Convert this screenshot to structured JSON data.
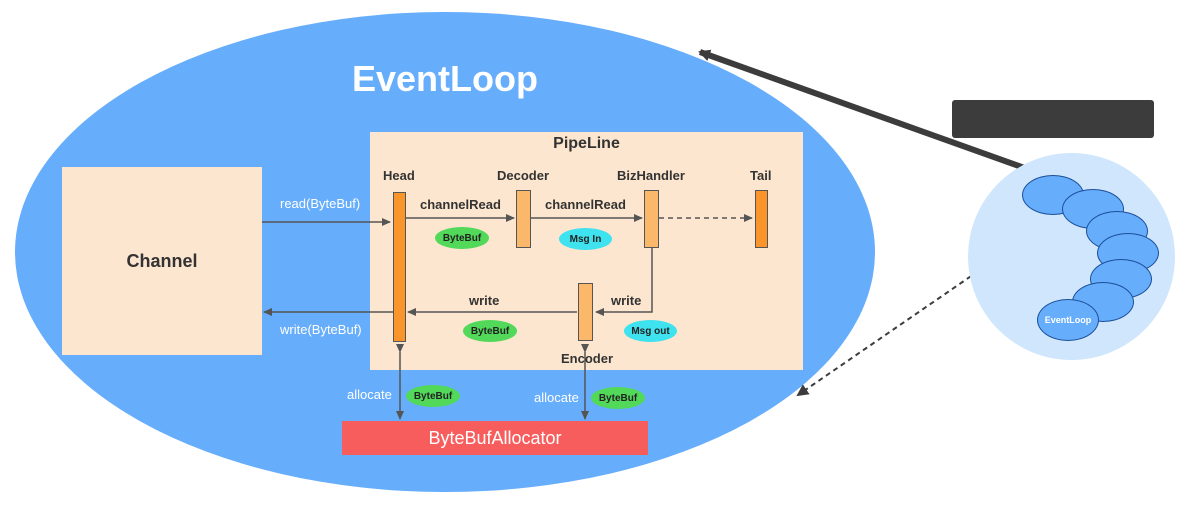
{
  "eventloop_title": "EventLoop",
  "channel": {
    "label": "Channel"
  },
  "pipeline": {
    "title": "PipeLine",
    "handlers": {
      "head": "Head",
      "decoder": "Decoder",
      "bizhandler": "BizHandler",
      "tail": "Tail",
      "encoder": "Encoder"
    },
    "edges": {
      "read_in": "read(ByteBuf)",
      "write_out": "write(ByteBuf)",
      "channel_read_1": "channelRead",
      "channel_read_2": "channelRead",
      "write_1": "write",
      "write_2": "write"
    },
    "payloads": {
      "bytebuf_1": "ByteBuf",
      "msg_in": "Msg In",
      "bytebuf_2": "ByteBuf",
      "msg_out": "Msg out"
    }
  },
  "allocation": {
    "allocate_left": "allocate",
    "allocate_right": "allocate",
    "bytebuf_left": "ByteBuf",
    "bytebuf_right": "ByteBuf",
    "allocator_label": "ByteBufAllocator"
  },
  "eventloop_group": {
    "mini_label": "EventLoop"
  },
  "colors": {
    "eventloop_fill": "#66adfc",
    "pipeline_fill": "#fde6cf",
    "handler_orange": "#f9952a",
    "bytebuf_green": "#52d95a",
    "message_cyan": "#3fe2ef",
    "allocator_red": "#f75d5d"
  }
}
